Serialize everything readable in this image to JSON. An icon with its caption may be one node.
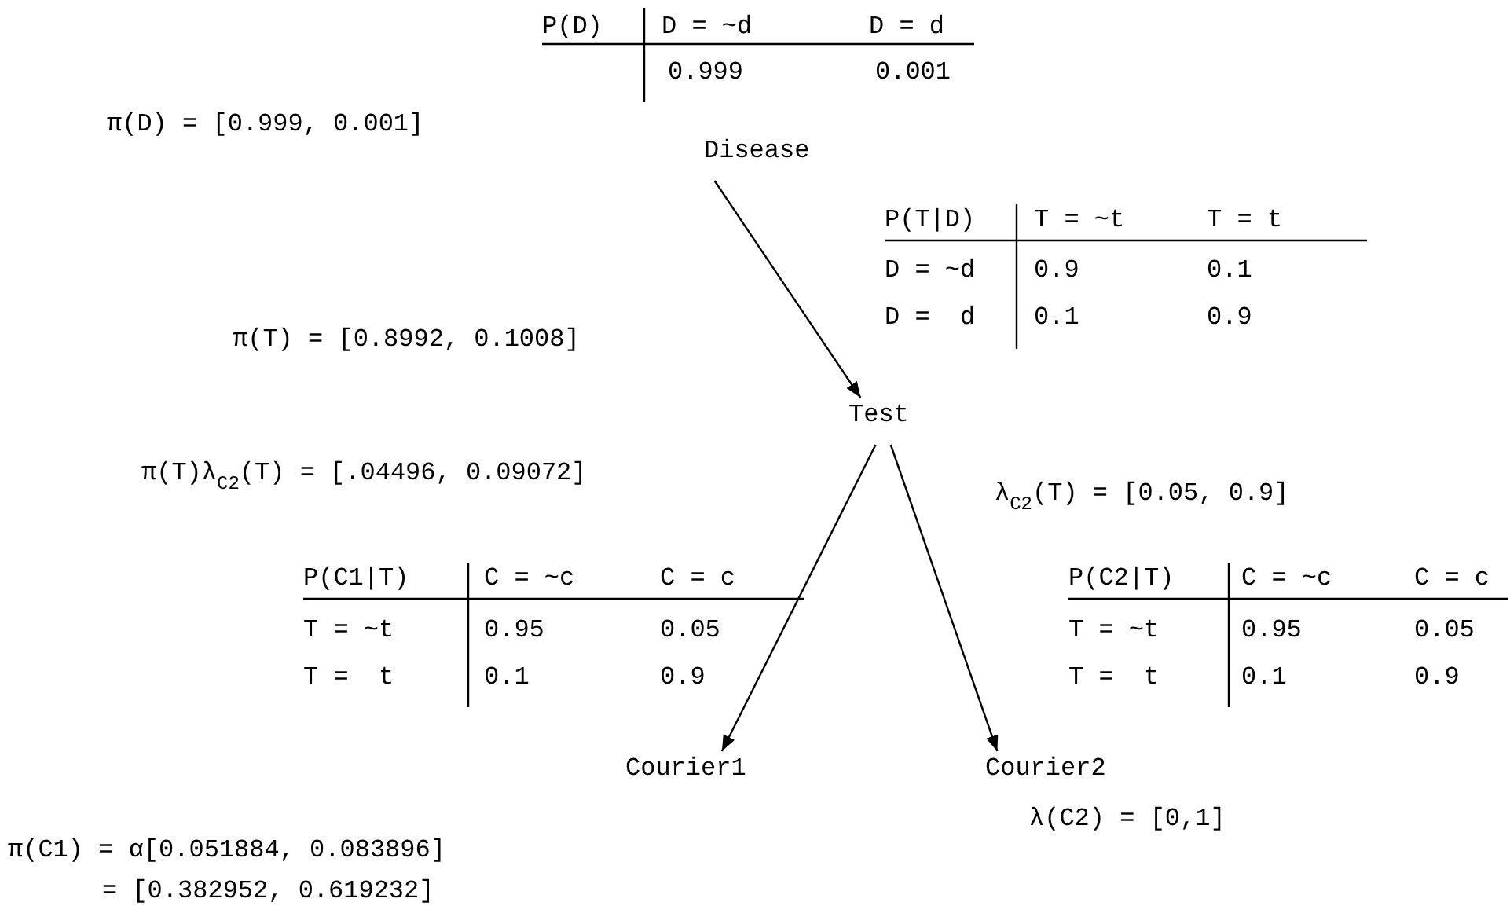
{
  "diagram": {
    "nodes": [
      {
        "text": [
          "Disease"
        ]
      },
      {
        "text": [
          "Test"
        ]
      },
      {
        "text": [
          "Courier1"
        ]
      },
      {
        "text": [
          "Courier2"
        ]
      }
    ],
    "edges": [
      {
        "from": 0,
        "to": 1,
        "arrow": "to"
      },
      {
        "from": 1,
        "to": 2,
        "arrow": "to"
      },
      {
        "from": 1,
        "to": 3,
        "arrow": "to"
      }
    ],
    "labels": [
      "P(D)",
      "D = ~d",
      "D = d",
      "0.999",
      "0.001",
      "π(D) = [0.999, 0.001]",
      "P(T|D)",
      "T = ~t",
      "T = t",
      "D = ~d",
      "0.9",
      "0.1",
      "D =  d",
      "0.1",
      "0.9",
      "π(T) = [0.8992, 0.1008]",
      "π(T)λ$_{C2}$(T) = [.04496, 0.09072]",
      "λ$_{C2}$(T) = [0.05, 0.9]",
      "P(C1|T)",
      "C = ~c",
      "C = c",
      "P(C2|T)",
      "C = ~c",
      "C = c",
      "T = ~t",
      "0.95",
      "0.05",
      "T = ~t",
      "0.95",
      "0.05",
      "T =  t",
      "0.1",
      "0.9",
      "T =  t",
      "0.1",
      "0.9",
      "λ(C2) = [0,1]",
      "π(C1) = α[0.051884, 0.083896]",
      "= [0.382952, 0.619232]"
    ]
  }
}
